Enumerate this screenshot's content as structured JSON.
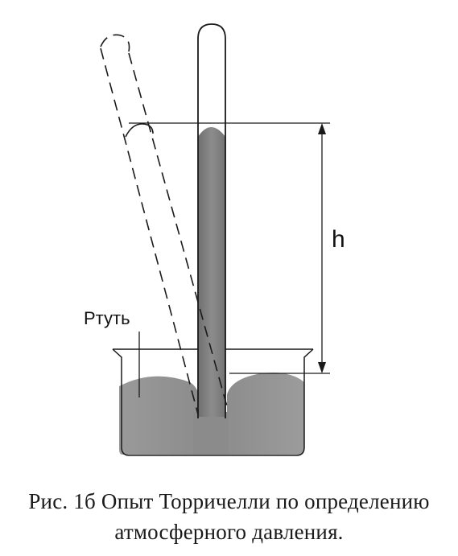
{
  "labels": {
    "mercury": "Ртуть",
    "height": "h"
  },
  "caption": {
    "line1": "Рис. 1б Опыт Торричелли по определению",
    "line2": "атмосферного давления."
  },
  "colors": {
    "mercury": "#8e8e8e",
    "tube_mercury": "#7f7f7f",
    "outline": "#1a1a1a",
    "background": "#ffffff"
  }
}
